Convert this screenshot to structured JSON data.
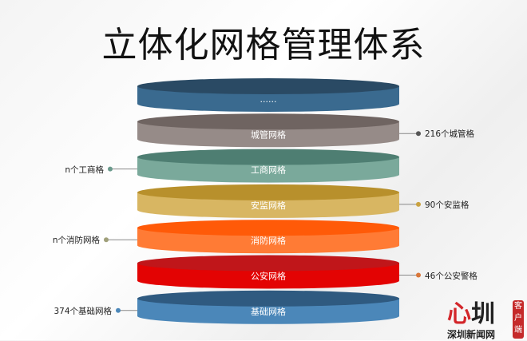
{
  "title": "立体化网格管理体系",
  "layers": [
    {
      "label": "......",
      "top": "#2a4a64",
      "side": "#3a6a8f"
    },
    {
      "label": "城管网格",
      "top": "#6f6461",
      "side": "#968b88"
    },
    {
      "label": "工商网格",
      "top": "#4e7e72",
      "side": "#7aa99b"
    },
    {
      "label": "安监网格",
      "top": "#b8902c",
      "side": "#d8b662"
    },
    {
      "label": "消防网格",
      "top": "#ff5a08",
      "side": "#ff7b35"
    },
    {
      "label": "公安网格",
      "top": "#c0161a",
      "side": "#e30303"
    },
    {
      "label": "基础网格",
      "top": "#2f5a80",
      "side": "#4b87b9"
    }
  ],
  "annotations": [
    {
      "text": "216个城管格",
      "side": "right",
      "layer": 1,
      "color": "#555555"
    },
    {
      "text": "n个工商格",
      "side": "left",
      "layer": 2,
      "color": "#6a9a8c"
    },
    {
      "text": "90个安监格",
      "side": "right",
      "layer": 3,
      "color": "#c9a240"
    },
    {
      "text": "n个消防网格",
      "side": "left",
      "layer": 4,
      "color": "#a0a07a"
    },
    {
      "text": "46个公安警格",
      "side": "right",
      "layer": 5,
      "color": "#d9773a"
    },
    {
      "text": "374个基础网格",
      "side": "left",
      "layer": 6,
      "color": "#4b87b9"
    }
  ],
  "logo": {
    "big1": "心",
    "big2": "圳",
    "small": "深圳新闻网",
    "tag": "客户端"
  }
}
